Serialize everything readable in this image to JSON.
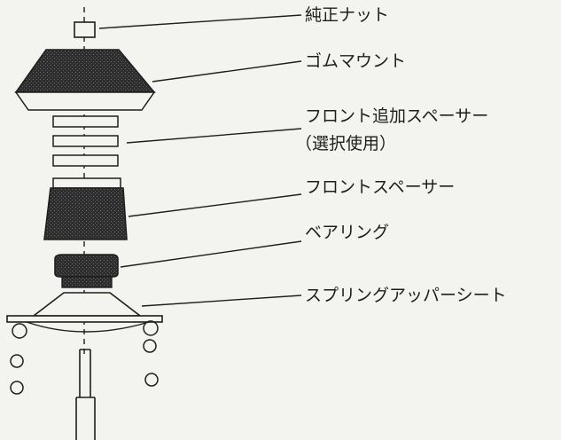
{
  "labels": {
    "nut": "純正ナット",
    "rubber_mount": "ゴムマウント",
    "front_extra_spacer": "フロント追加スペーサー",
    "front_extra_spacer_note": "（選択使用）",
    "front_spacer": "フロントスペーサー",
    "bearing": "ベアリング",
    "spring_upper_seat": "スプリングアッパーシート"
  },
  "colors": {
    "ink": "#1e1e1e",
    "shade": "#3a3a3a",
    "paper": "#f3f3ef"
  }
}
